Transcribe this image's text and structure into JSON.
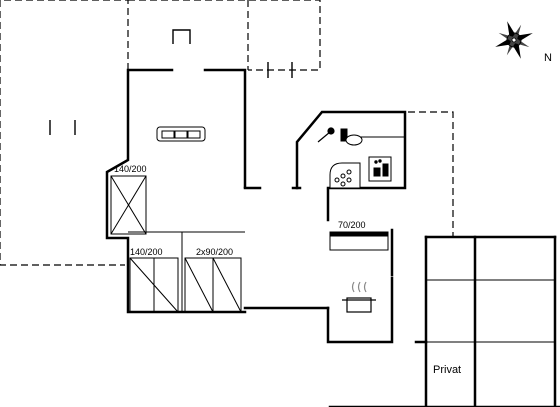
{
  "compass": {
    "north_label": "N",
    "icon": "compass-rose-icon"
  },
  "rooms": {
    "bedroom_a": {
      "bed_label": "140/200"
    },
    "bedroom_b": {
      "bed_label": "140/200"
    },
    "bedroom_c": {
      "bed_label": "2x90/200"
    },
    "kitchen": {
      "bed_label": "70/200"
    },
    "annex": {
      "label": "Privat"
    }
  },
  "icons": [
    "sofa-icon",
    "toilet-icon",
    "shower-icon",
    "sauna-icon",
    "whirlpool-icon",
    "cooking-pot-icon"
  ],
  "colors": {
    "line": "#000000",
    "background": "#ffffff"
  }
}
